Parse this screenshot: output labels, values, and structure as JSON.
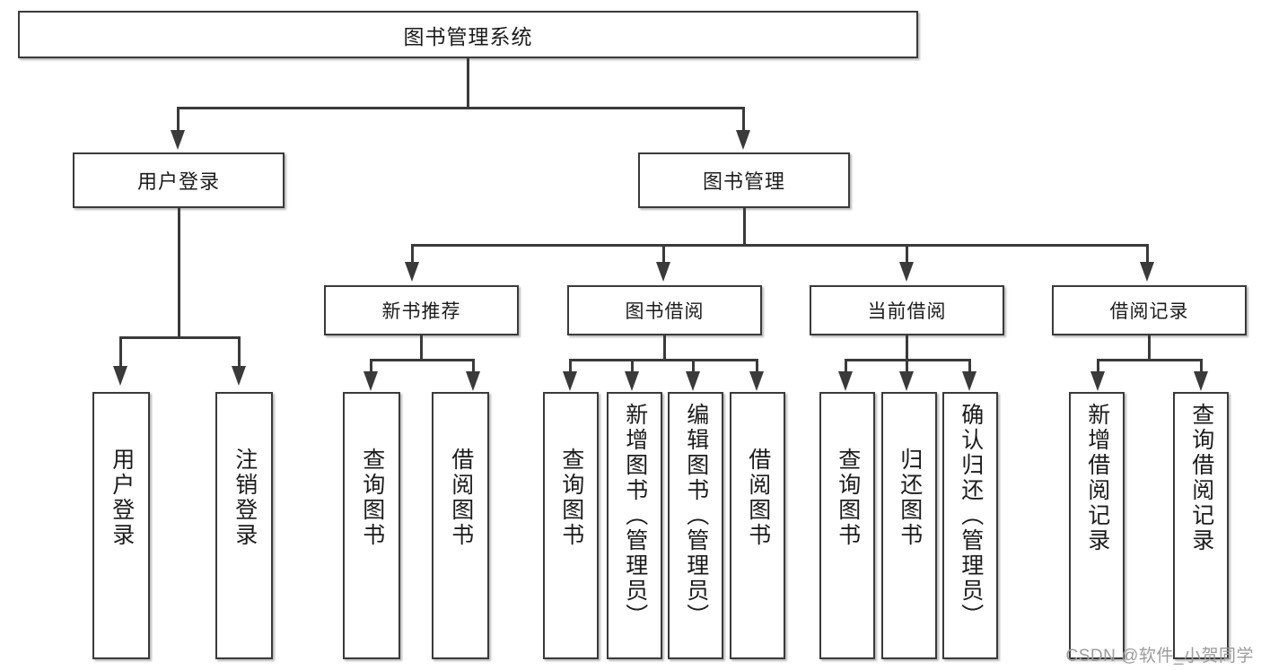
{
  "diagram": {
    "type": "tree",
    "title": "图书管理系统",
    "root": {
      "label": "图书管理系统"
    },
    "level2": [
      {
        "label": "用户登录"
      },
      {
        "label": "图书管理"
      }
    ],
    "level3": [
      {
        "label": "新书推荐"
      },
      {
        "label": "图书借阅"
      },
      {
        "label": "当前借阅"
      },
      {
        "label": "借阅记录"
      }
    ],
    "leaves": {
      "user_login": [
        {
          "label": "用户登录"
        },
        {
          "label": "注销登录"
        }
      ],
      "new_book": [
        {
          "label": "查询图书"
        },
        {
          "label": "借阅图书"
        }
      ],
      "book_borrow": [
        {
          "label": "查询图书"
        },
        {
          "label": "新增图书（管理员）"
        },
        {
          "label": "编辑图书（管理员）"
        },
        {
          "label": "借阅图书"
        }
      ],
      "current_borrow": [
        {
          "label": "查询图书"
        },
        {
          "label": "归还图书"
        },
        {
          "label": "确认归还（管理员）"
        }
      ],
      "borrow_record": [
        {
          "label": "新增借阅记录"
        },
        {
          "label": "查询借阅记录"
        }
      ]
    }
  },
  "watermark": {
    "text": "CSDN @软件_小贺同学"
  },
  "colors": {
    "border": "#3a3a3a",
    "text": "#1b1b1b",
    "background": "#ffffff",
    "watermark": "#9b9b9b"
  }
}
